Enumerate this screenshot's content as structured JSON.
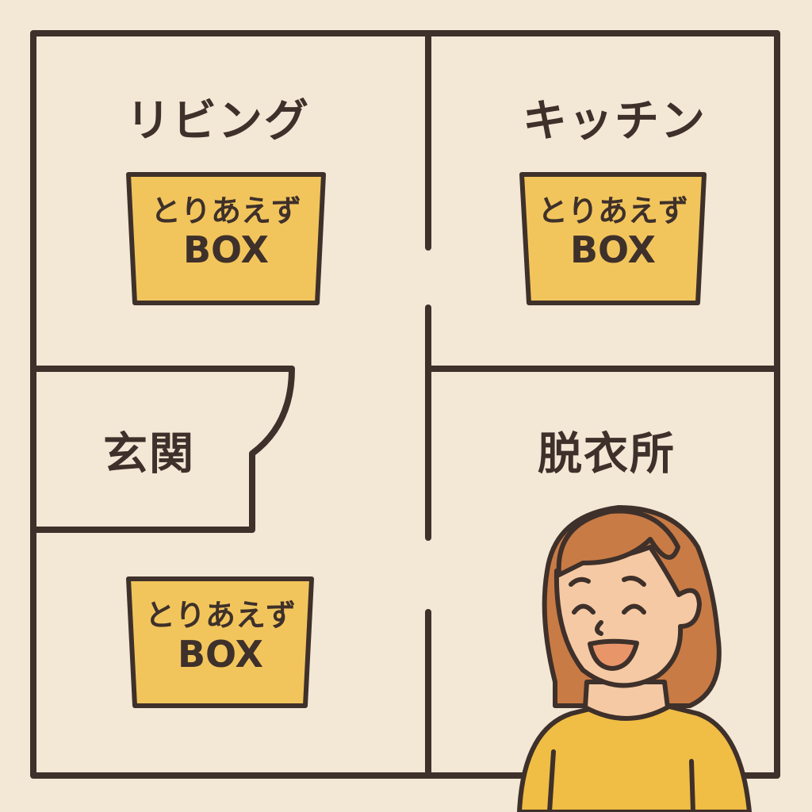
{
  "rooms": {
    "living": "リビング",
    "kitchen": "キッチン",
    "entrance": "玄関",
    "dressing_room": "脱衣所"
  },
  "boxes": [
    {
      "line1": "とりあえず",
      "line2": "BOX",
      "room": "living"
    },
    {
      "line1": "とりあえず",
      "line2": "BOX",
      "room": "kitchen"
    },
    {
      "line1": "とりあえず",
      "line2": "BOX",
      "room": "hallway"
    }
  ],
  "colors": {
    "background": "#f3e7d5",
    "wall": "#3e302a",
    "box": "#f2c55c",
    "shirt": "#f0bd45",
    "hair": "#c97b45",
    "skin": "#f5c9a3"
  }
}
